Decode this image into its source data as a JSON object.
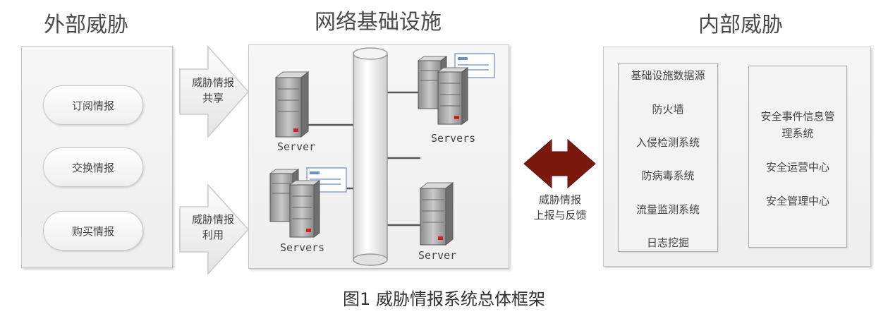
{
  "headings": {
    "external": "外部威胁",
    "network": "网络基础设施",
    "internal": "内部威胁"
  },
  "external_panel": {
    "items": [
      "订阅情报",
      "交换情报",
      "购买情报"
    ]
  },
  "arrows": {
    "share": [
      "威胁情报",
      "共享"
    ],
    "use": [
      "威胁情报",
      "利用"
    ],
    "feedback": [
      "威胁情报",
      "上报与反馈"
    ]
  },
  "network_panel": {
    "nodes": [
      "Server",
      "Servers",
      "Servers",
      "Server"
    ]
  },
  "internal_panel": {
    "data_sources": [
      "基础设施数据源",
      "防火墙",
      "入侵检测系统",
      "防病毒系统",
      "流量监测系统",
      "日志挖掘"
    ],
    "management": [
      "安全事件信息管",
      "理系统",
      "安全运营中心",
      "安全管理中心"
    ]
  },
  "caption": "图1  威胁情报系统总体框架",
  "colors": {
    "feedback_arrow": "#7a1a0c",
    "server_led": "#d42020"
  }
}
